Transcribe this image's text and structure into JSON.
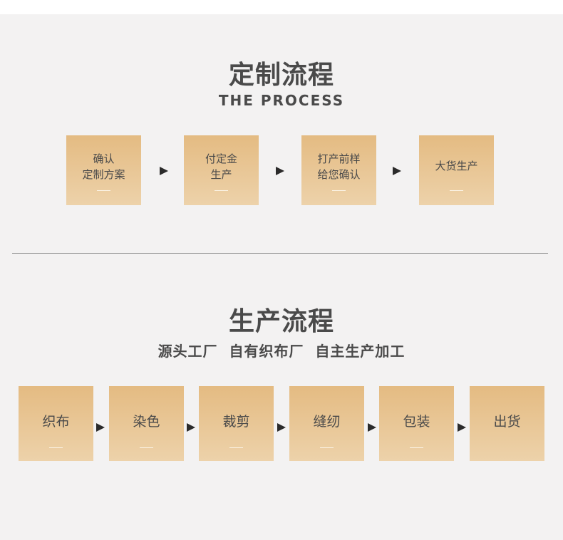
{
  "custom": {
    "title": "定制流程",
    "subtitle": "THE PROCESS",
    "steps": [
      {
        "line1": "确认",
        "line2": "定制方案"
      },
      {
        "line1": "付定金",
        "line2": "生产"
      },
      {
        "line1": "打产前样",
        "line2": "给您确认"
      },
      {
        "line1": "大货生产",
        "line2": ""
      }
    ]
  },
  "production": {
    "title": "生产流程",
    "subtitle": "源头工厂  自有织布厂  自主生产加工",
    "steps": [
      "织布",
      "染色",
      "裁剪",
      "缝纫",
      "包装",
      "出货"
    ]
  },
  "colors": {
    "background": "#f3f2f2",
    "box_top": "#e4bb82",
    "box_bottom": "#edd2aa",
    "text": "#4a4a4a"
  }
}
